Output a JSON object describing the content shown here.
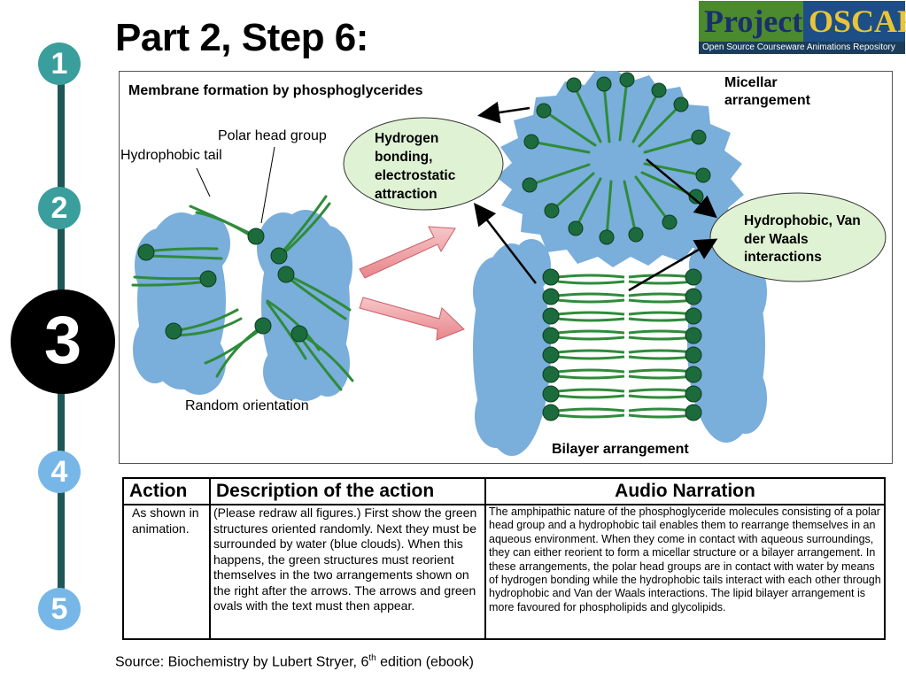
{
  "slide": {
    "title": "Part 2, Step 6:",
    "source_prefix": "Source: Biochemistry by Lubert Stryer, 6",
    "source_sup": "th",
    "source_suffix": " edition (ebook)"
  },
  "logo": {
    "word1": "Project",
    "word2": "OSCAR",
    "tagline": "Open Source Courseware Animations Repository"
  },
  "steps": [
    {
      "label": "1",
      "color": "#3a9e9c"
    },
    {
      "label": "2",
      "color": "#3a9e9c"
    },
    {
      "label": "3",
      "color": "#000000"
    },
    {
      "label": "4",
      "color": "#76b7e8"
    },
    {
      "label": "5",
      "color": "#76b7e8"
    }
  ],
  "figure": {
    "heading": "Membrane formation by phosphoglycerides",
    "polar_head": "Polar head group",
    "hydrophobic_tail": "Hydrophobic tail",
    "random": "Random orientation",
    "micellar": "Micellar arrangement",
    "bilayer": "Bilayer arrangement",
    "hbond": "Hydrogen bonding, electrostatic attraction",
    "hydrophobic": "Hydrophobic, Van der Waals interactions"
  },
  "colors": {
    "water": "#7aaedb",
    "head": "#1c6b3c",
    "tail": "#2f8b3a",
    "oval": "#dff2d4"
  },
  "table": {
    "headers": [
      "Action",
      "Description of the action",
      "Audio Narration"
    ],
    "action": "As shown in animation.",
    "description": "(Please redraw all figures.) First show the green structures oriented randomly. Next they must be surrounded by water (blue clouds). When this happens, the green structures must reorient themselves in the two arrangements shown on the right after the arrows. The arrows and green ovals with the text must then appear.",
    "narration": "The amphipathic nature of the phosphoglyceride molecules consisting of a polar head group and a hydrophobic tail enables them to rearrange themselves in an aqueous environment. When they come in contact with aqueous surroundings, they can either reorient to form a micellar structure or a bilayer arrangement. In these arrangements, the polar head groups are in contact with water by means of hydrogen bonding while the hydrophobic tails interact with each other through hydrophobic and Van der Waals interactions. The lipid bilayer arrangement is more favoured for phospholipids and glycolipids."
  }
}
